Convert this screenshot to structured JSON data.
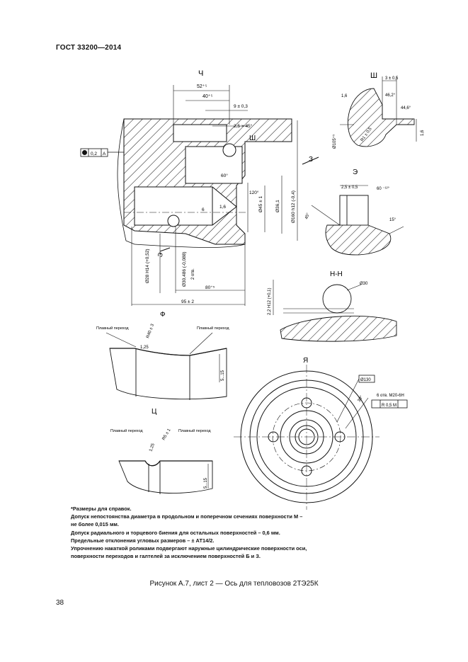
{
  "header": {
    "standard": "ГОСТ 33200—2014"
  },
  "views": {
    "ch": "Ч",
    "sh": "Ш",
    "e": "Э",
    "nn": "Н-Н",
    "f": "Ф",
    "ts": "Ц",
    "ya": "Я",
    "z": "З"
  },
  "dims": {
    "d1": "52⁺⁵",
    "d2": "40⁺⁵",
    "d3": "9 ± 0,3",
    "d4": "2,5 × 45°",
    "d5": "120°",
    "d6": "60°",
    "d7": "6",
    "d8": "1,6",
    "d9": "Ø45 ± 1",
    "d10": "Ø36,1",
    "d11": "Ø160 h12 (-0,4)",
    "d12": "Ø28 H14 (+0,52)",
    "d13": "Ø30,486 (-0,088)",
    "d14": "2 отв.",
    "d15": "80⁺⁵",
    "d16": "95 ± 2",
    "d17": "Ø30",
    "d18": "2,2 H12 (+0,1)",
    "sh1": "3 ± 0,5",
    "sh2": "1,6",
    "sh3": "46,2°",
    "sh4": "44,6°",
    "sh5": "Ø105⁺⁵",
    "sh6": "1,6",
    "sh7": "R1 ± 0,5",
    "e1": "2,5 ± 0,5",
    "e2": "60 ⁻¹²°",
    "e3": "45°",
    "e4": "15°",
    "f1": "R40 ± 3",
    "f2": "1,25",
    "f3": "5...15",
    "ts1": "1,25",
    "ts2": "R5 ± 1",
    "ts3": "5...15",
    "smooth": "Плавный переход",
    "ya1": "Ø130",
    "ya2": "6 отв. М20-6Н",
    "ya3": "R 0,5 М",
    "ya4": "30°",
    "tol_val": "0,2",
    "tol_base": "А"
  },
  "notes": [
    "*Размеры для справок.",
    "Допуск непостоянства диаметра в продольном и поперечном сечениях поверхности М –",
    "не более 0,015 мм.",
    "Допуск радиального и торцевого биения для остальных поверхностей – 0,6 мм.",
    "Предельные отклонения угловых размеров – ± АТ14/2.",
    "Упрочнению накаткой роликами подвергают наружные цилиндрические поверхности оси,",
    "поверхности переходов и галтелей за исключением поверхностей Б и З."
  ],
  "caption": "Рисунок А.7, лист 2 — Ось для тепловозов 2ТЭ25К",
  "page_number": "38"
}
